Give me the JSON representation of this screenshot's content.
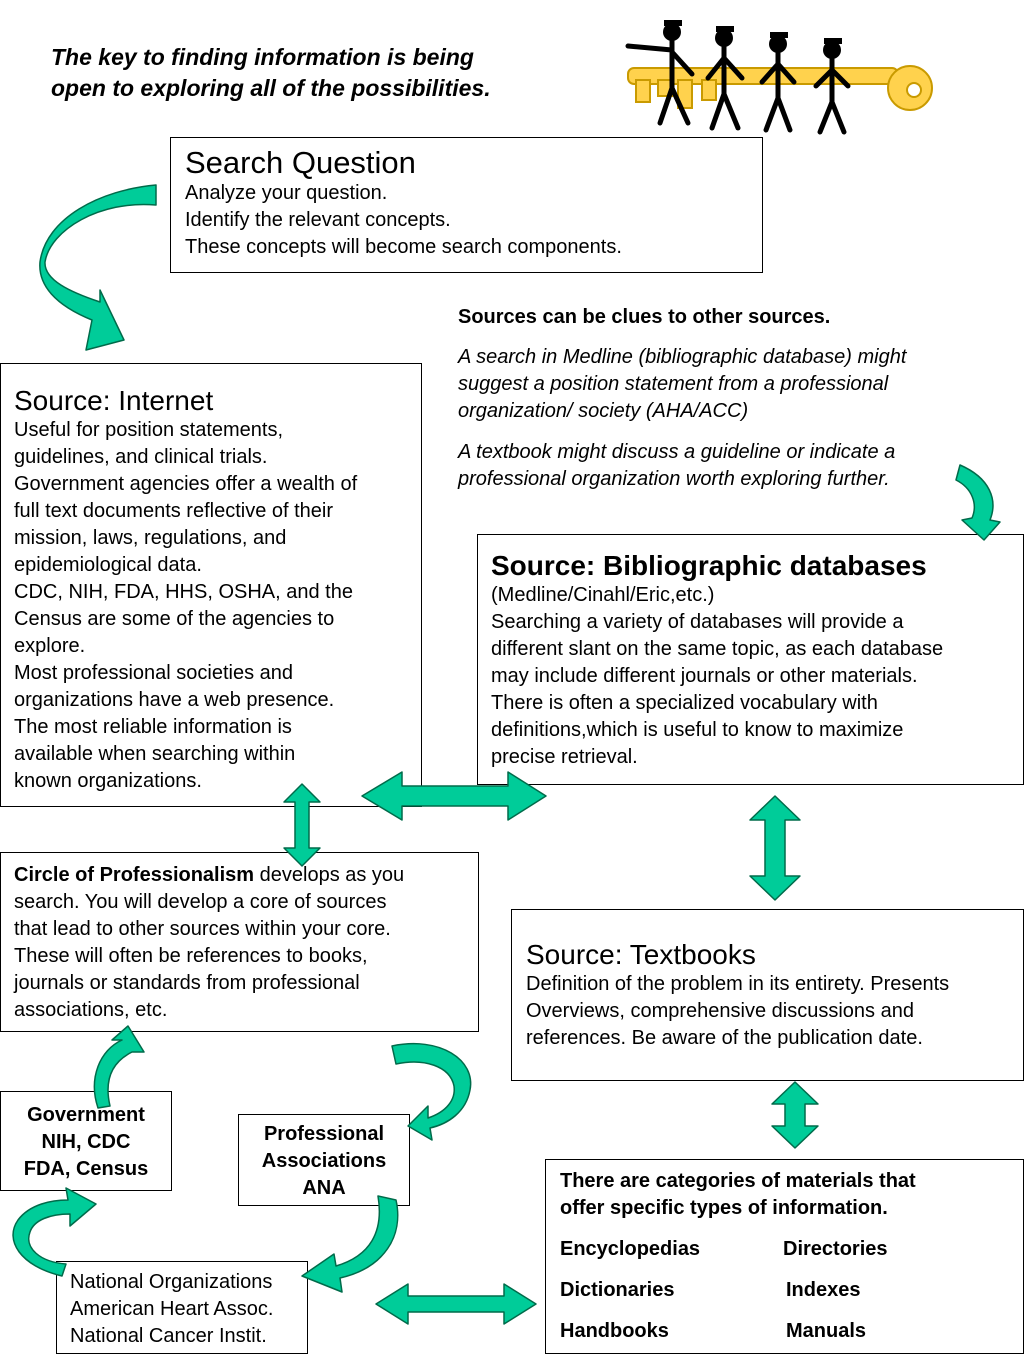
{
  "tagline": {
    "line1": "The key to finding information is being",
    "line2": "open to exploring all of the possibilities."
  },
  "search_question": {
    "title": "Search Question",
    "lines": [
      "Analyze your question.",
      "Identify the relevant concepts.",
      "These concepts will become search components."
    ]
  },
  "clues": {
    "heading": "Sources can be clues to other sources.",
    "p1": "A search in Medline (bibliographic database) might suggest a position statement from a professional organization/ society (AHA/ACC)",
    "p2": "A textbook might discuss a guideline or indicate a professional organization worth exploring further."
  },
  "internet": {
    "title": "Source: Internet",
    "lines": [
      "Useful for position statements,",
      "guidelines, and clinical trials.",
      "Government agencies offer a wealth of",
      "full text documents reflective of their",
      "mission, laws, regulations, and",
      "epidemiological data.",
      "CDC, NIH, FDA, HHS, OSHA, and the",
      "Census are some of the agencies to",
      "explore.",
      "Most professional societies and",
      "organizations have a web presence.",
      "The most reliable information is",
      "available when searching within",
      "known organizations."
    ]
  },
  "bibliographic": {
    "title": "Source: Bibliographic databases",
    "lines": [
      "(Medline/Cinahl/Eric,etc.)",
      "Searching a variety of databases will provide a",
      "different slant on the same topic,  as each database",
      "may include different journals or other materials.",
      "There is often a specialized vocabulary with",
      "definitions,which is useful to know to  maximize",
      "precise retrieval."
    ]
  },
  "circle": {
    "bold_lead": "Circle of Professionalism",
    "first_rest": " develops as you",
    "lines": [
      "search. You will develop a core of sources",
      "that lead to other sources within your core.",
      "These will often be references to books,",
      "journals or standards from professional",
      "associations, etc."
    ]
  },
  "textbooks": {
    "title": "Source: Textbooks",
    "lines": [
      "Definition of the problem in its entirety. Presents",
      "Overviews, comprehensive discussions and",
      "references.  Be aware of the publication date."
    ]
  },
  "government": {
    "lines": [
      "Government",
      "NIH, CDC",
      "FDA, Census"
    ]
  },
  "professional": {
    "lines": [
      "Professional",
      "Associations",
      "ANA"
    ]
  },
  "national": {
    "lines": [
      "National Organizations",
      "American Heart Assoc.",
      "National Cancer Instit."
    ]
  },
  "categories": {
    "heading_lines": [
      "There are categories of materials that",
      "offer specific types of information."
    ],
    "rows": [
      [
        "Encyclopedias",
        "Directories"
      ],
      [
        "Dictionaries",
        "Indexes"
      ],
      [
        "Handbooks",
        "Manuals"
      ]
    ]
  },
  "colors": {
    "arrow_fill": "#00cc99",
    "arrow_dark": "#007a55",
    "key_fill": "#ffd24d",
    "key_dark": "#c99a00"
  },
  "icons": {
    "key_illustration": "key-with-people-icon",
    "arrows": "curved-and-double-arrow-icons"
  }
}
